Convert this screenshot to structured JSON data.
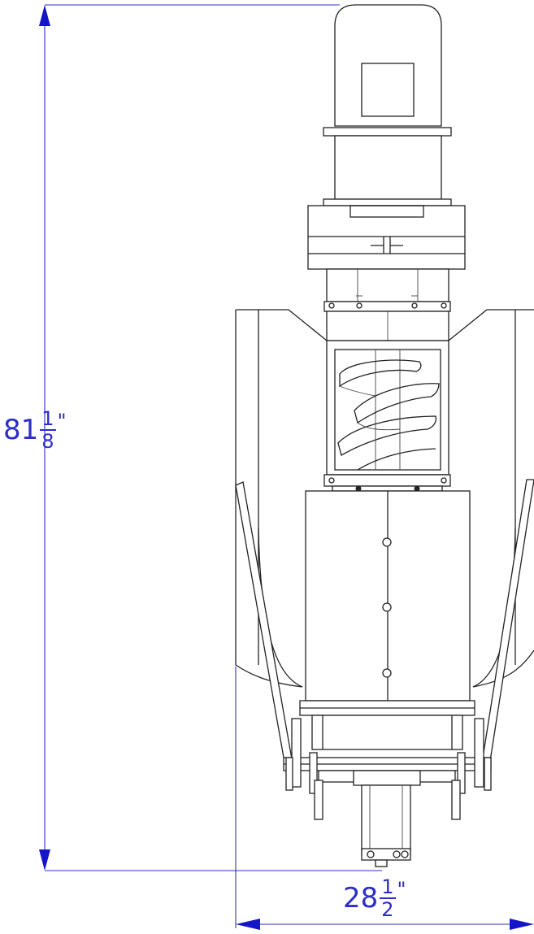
{
  "dimensions": {
    "height": {
      "whole": "81",
      "numerator": "1",
      "denominator": "8",
      "unit": "\""
    },
    "width": {
      "whole": "28",
      "numerator": "1",
      "denominator": "2",
      "unit": "\""
    }
  },
  "colors": {
    "dimension": "#2d2dc8",
    "arrow": "#1515c8",
    "linework": "#222222",
    "background": "#ffffff"
  }
}
